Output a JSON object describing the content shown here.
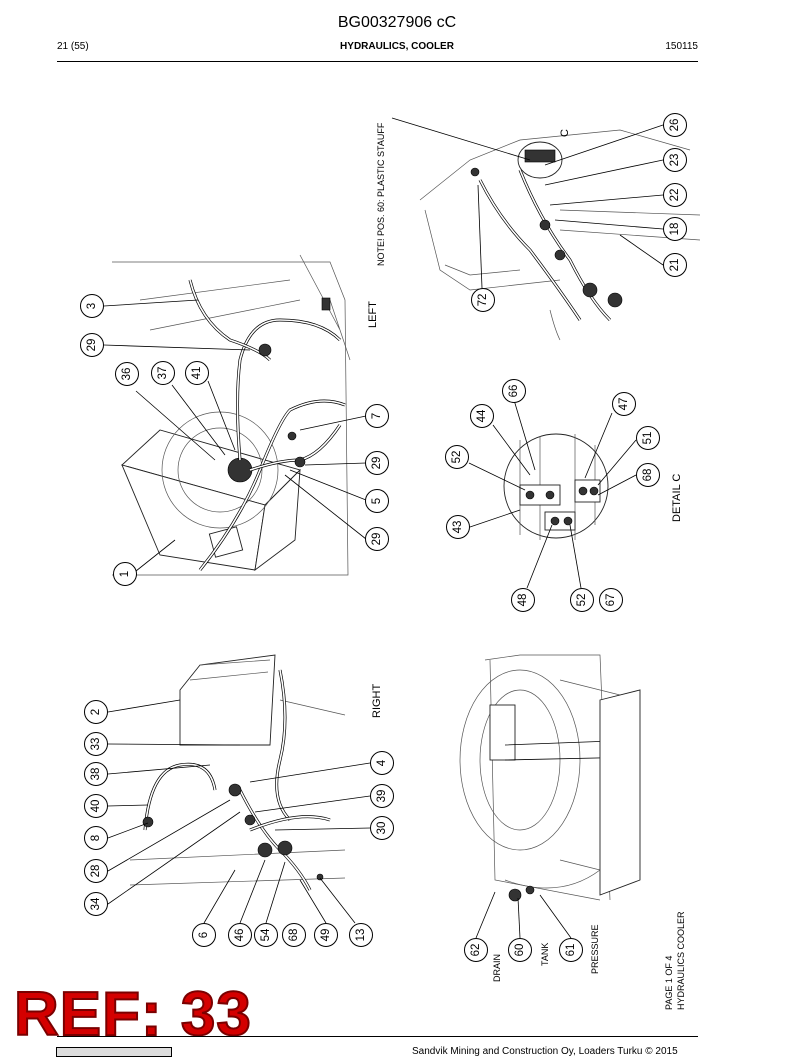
{
  "header": {
    "doc_id": "BG00327906 cC",
    "page_num": "21 (55)",
    "section_title": "HYDRAULICS, COOLER",
    "date_code": "150115"
  },
  "views": {
    "left": "LEFT",
    "right": "RIGHT",
    "detail_c": "DETAIL C",
    "detail_marker": "C",
    "note": "NOTE! POS. 60: PLASTIC STAUFF"
  },
  "port_labels": {
    "drain": "DRAIN",
    "tank": "TANK",
    "pressure": "PRESSURE"
  },
  "page_label": {
    "line1": "PAGE 1 OF 4",
    "line2": "HYDRAULICS COOLER"
  },
  "callouts": {
    "c1": "1",
    "c36": "36",
    "c37": "37",
    "c41": "41",
    "c29a": "29",
    "c3": "3",
    "c7": "7",
    "c29b": "29",
    "c5": "5",
    "c29c": "29",
    "c72": "72",
    "c26": "26",
    "c23": "23",
    "c22": "22",
    "c18": "18",
    "c21": "21",
    "c43": "43",
    "c52a": "52",
    "c44": "44",
    "c66": "66",
    "c47": "47",
    "c51": "51",
    "c68a": "68",
    "c48": "48",
    "c52b": "52",
    "c67": "67",
    "c2": "2",
    "c33": "33",
    "c38": "38",
    "c40": "40",
    "c8": "8",
    "c28": "28",
    "c34": "34",
    "c4": "4",
    "c39": "39",
    "c30": "30",
    "c6": "6",
    "c46": "46",
    "c54": "54",
    "c68b": "68",
    "c49": "49",
    "c13": "13",
    "c62": "62",
    "c60": "60",
    "c61": "61"
  },
  "stamp": "REF: 33",
  "footer": "Sandvik Mining and Construction Oy, Loaders Turku © 2015"
}
